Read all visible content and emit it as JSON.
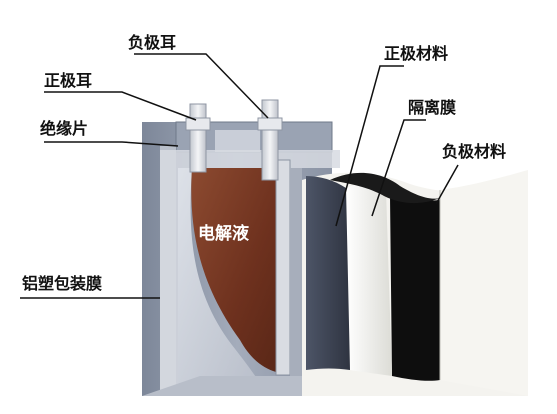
{
  "diagram": {
    "labels": {
      "negative_tab": "负极耳",
      "positive_tab": "正极耳",
      "insulation_sheet": "绝缘片",
      "aluminum_plastic_film": "铝塑包装膜",
      "positive_material": "正极材料",
      "separator": "隔离膜",
      "negative_material": "负极材料",
      "electrolyte": "电解液"
    },
    "colors": {
      "casing": "#8f98a8",
      "casing_inner": "#c9ced8",
      "electrolyte": "#7a3a24",
      "positive_material": "#3f4656",
      "separator": "#f2f2ee",
      "negative_material": "#111111",
      "tab": "#d9dce2",
      "leader_line": "#111111"
    }
  }
}
